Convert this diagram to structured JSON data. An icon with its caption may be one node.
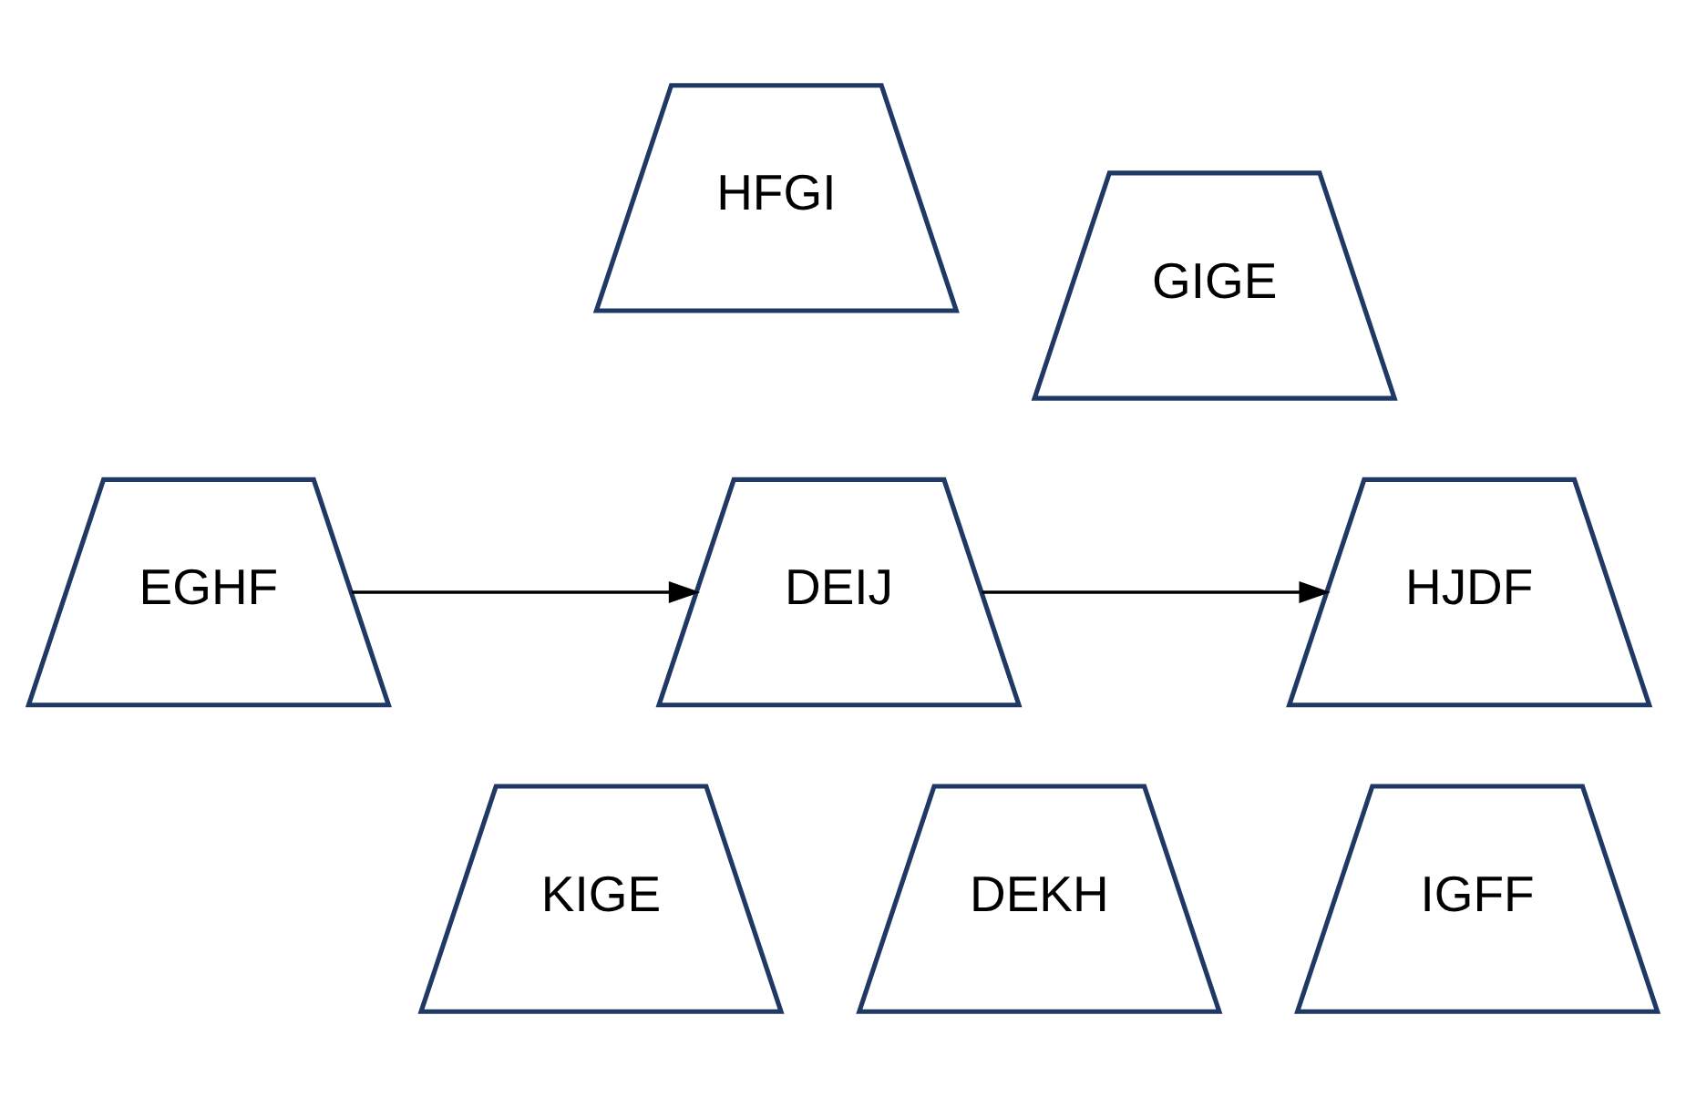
{
  "diagram": {
    "nodes": [
      {
        "text": [
          "DEIJ"
        ]
      },
      {
        "text": [
          "GIGE"
        ]
      },
      {
        "text": [
          "EGHF"
        ]
      },
      {
        "text": [
          "HFGI"
        ]
      },
      {
        "text": [
          "HJDF"
        ]
      },
      {
        "text": [
          "DEKH"
        ]
      },
      {
        "text": [
          "IGFF"
        ]
      },
      {
        "text": [
          "KIGE"
        ]
      }
    ],
    "edges": [
      {
        "from": 2,
        "to": 0,
        "arrow": "to"
      },
      {
        "from": 0,
        "to": 4,
        "arrow": "to"
      }
    ]
  }
}
